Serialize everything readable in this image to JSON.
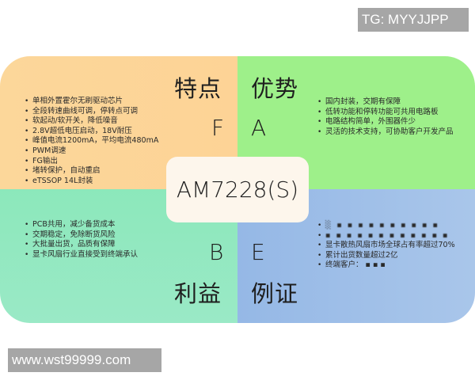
{
  "watermarks": {
    "top_right": "TG: MYYJJPP",
    "bottom_left": "www.wst99999.com"
  },
  "center": {
    "product": "AM7228(S)"
  },
  "quadrants": {
    "features": {
      "title": "特点",
      "letter": "F",
      "color": "#fdd597",
      "items": [
        "单相外置霍尔无刷驱动芯片",
        "全段转速曲线可调，停转点可调",
        "软起动/软开关，降低噪音",
        "2.8V超低电压启动，18V耐压",
        "峰值电流1200mA，平均电流480mA",
        "PWM调速",
        "FG输出",
        "堵转保护，自动重启",
        "eTSSOP 14L封装"
      ]
    },
    "advantages": {
      "title": "优势",
      "letter": "A",
      "color": "#9ef08a",
      "items": [
        "国内封装，交期有保障",
        "低转功能和停转功能可共用电路板",
        "电路结构简单，外围器件少",
        "灵活的技术支持，可协助客户开发产品"
      ]
    },
    "benefits": {
      "title": "利益",
      "letter": "B",
      "color": "#92e9c0",
      "items": [
        "PCB共用，减少备货成本",
        "交期稳定，免除断货风险",
        "大批量出货，品质有保障",
        "显卡风扇行业直接受到终端承认"
      ]
    },
    "evidence": {
      "title": "例证",
      "letter": "E",
      "color": "#a0c0e8",
      "items": [
        "░ ▪ ▪ ▪ ▪ ▪ ▪ ▪ ▪ ▪ ▪",
        "▪ ▪ ▪ ▪ ▪ ▪ ▪ ▪ ▪ ▪ ▪ ▪",
        "显卡散热风扇市场全球占有率超过70%",
        "累计出货数量超过2亿",
        "终端客户： ▪ ▪ ▪"
      ]
    }
  }
}
